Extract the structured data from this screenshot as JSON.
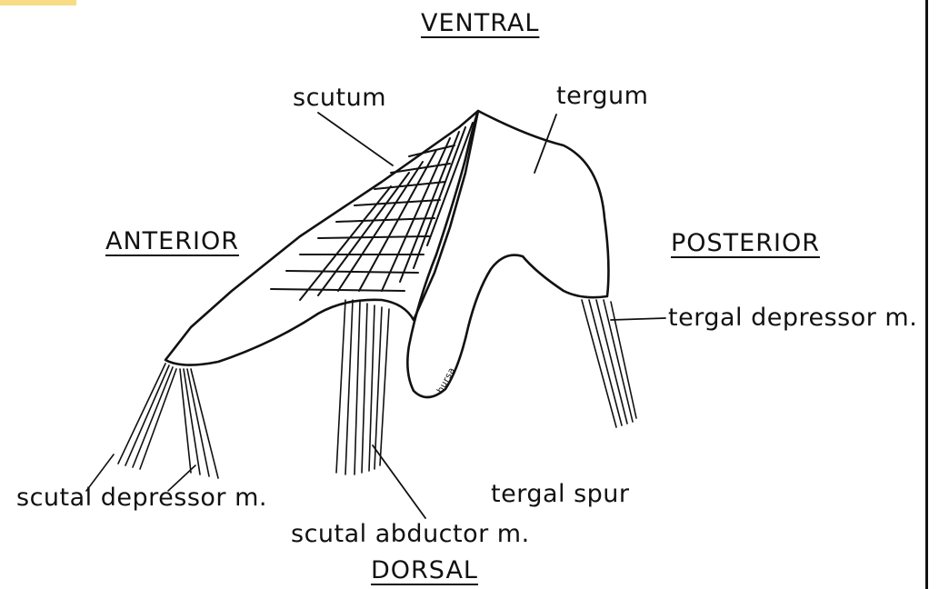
{
  "directions": {
    "ventral": "VENTRAL",
    "dorsal": "DORSAL",
    "anterior": "ANTERIOR",
    "posterior": "POSTERIOR"
  },
  "labels": {
    "scutum": "scutum",
    "tergum": "tergum",
    "tergal_depressor": "tergal depressor m.",
    "scutal_depressor": "scutal depressor m.",
    "scutal_abductor": "scutal abductor m.",
    "tergal_spur": "tergal spur",
    "small_mark": "bursa"
  },
  "colors": {
    "ink": "#111111",
    "paper": "#ffffff",
    "corner_tint": "#f6dc84"
  }
}
